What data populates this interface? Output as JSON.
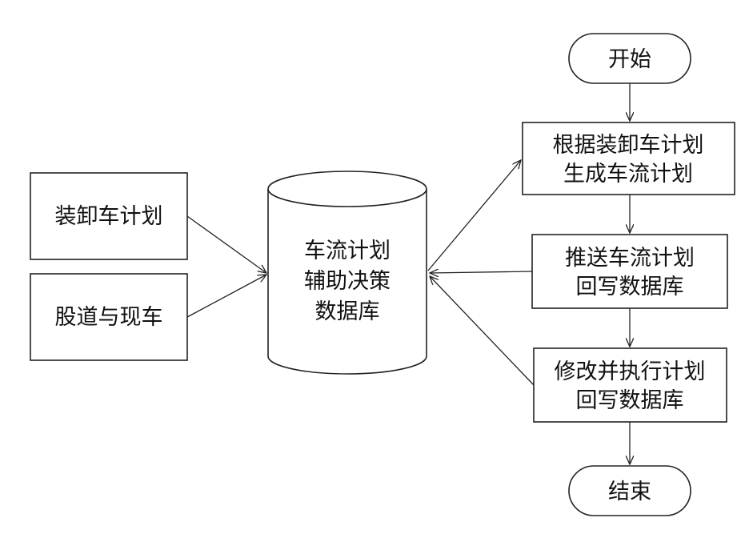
{
  "inputs": {
    "loading_plan": "装卸车计划",
    "tracks_and_cars": "股道与现车"
  },
  "database": {
    "line1": "车流计划",
    "line2": "辅助决策",
    "line3": "数据库"
  },
  "flow": {
    "start": "开始",
    "step1_line1": "根据装卸车计划",
    "step1_line2": "生成车流计划",
    "step2_line1": "推送车流计划",
    "step2_line2": "回写数据库",
    "step3_line1": "修改并执行计划",
    "step3_line2": "回写数据库",
    "end": "结束"
  }
}
